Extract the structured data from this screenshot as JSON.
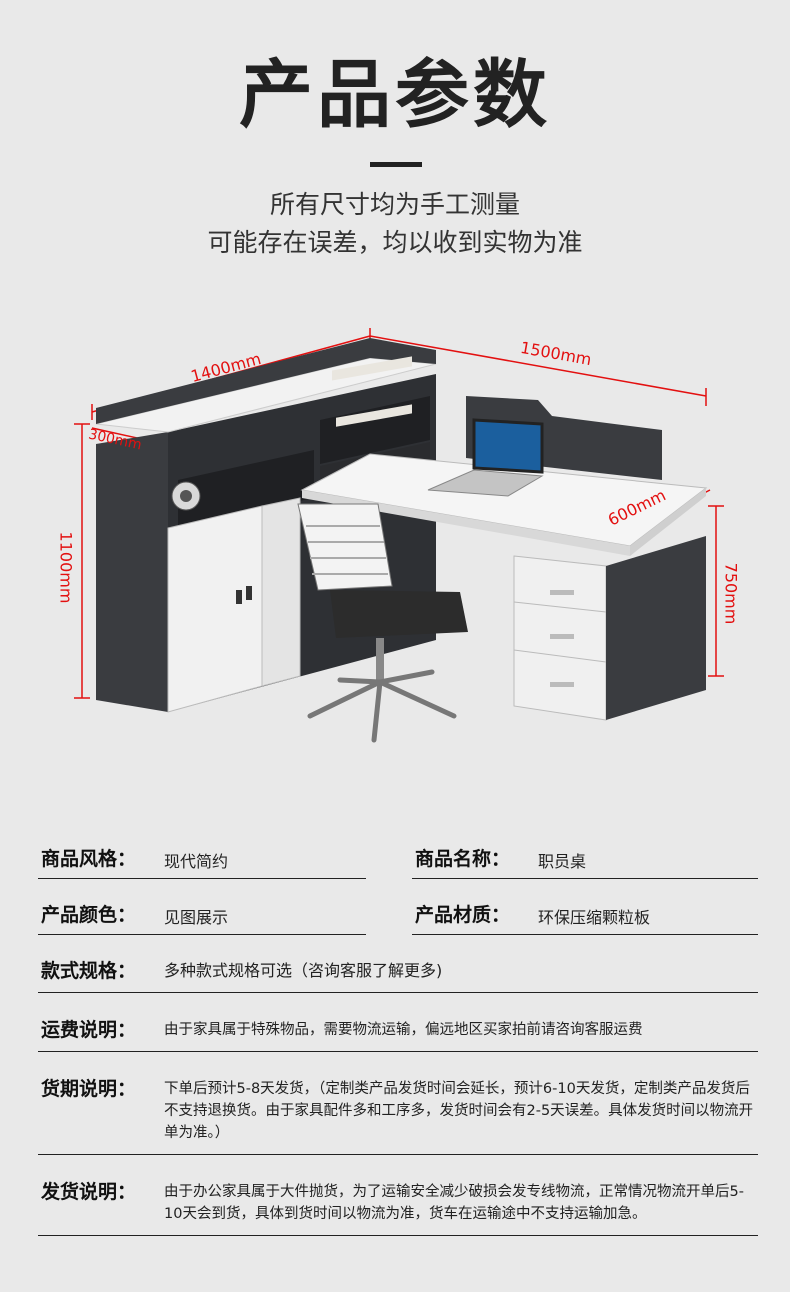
{
  "header": {
    "title": "产品参数",
    "subtitle_line1": "所有尺寸均为手工测量",
    "subtitle_line2": "可能存在误差，均以收到实物为准"
  },
  "dimensions": {
    "width_left": "1400mm",
    "width_right": "1500mm",
    "depth_left": "300mm",
    "height_total": "1100mm",
    "depth_right": "600mm",
    "height_desk": "750mm"
  },
  "colors": {
    "dimension": "#e31010",
    "panel_dark": "#3c3e42",
    "surface_white": "#f4f4f4"
  },
  "specs": {
    "style": {
      "label": "商品风格：",
      "value": "现代简约"
    },
    "name": {
      "label": "商品名称：",
      "value": "职员桌"
    },
    "color": {
      "label": "产品颜色：",
      "value": "见图展示"
    },
    "material": {
      "label": "产品材质：",
      "value": "环保压缩颗粒板"
    },
    "variant": {
      "label": "款式规格：",
      "value": "多种款式规格可选（咨询客服了解更多)"
    },
    "shipping_fee": {
      "label": "运费说明：",
      "value": "由于家具属于特殊物品，需要物流运输，偏远地区买家拍前请咨询客服运费"
    },
    "lead_time": {
      "label": "货期说明：",
      "value": "下单后预计5-8天发货，（定制类产品发货时间会延长，预计6-10天发货，定制类产品发货后不支持退换货。由于家具配件多和工序多，发货时间会有2-5天误差。具体发货时间以物流开单为准。）"
    },
    "delivery": {
      "label": "发货说明：",
      "value": "由于办公家具属于大件抛货，为了运输安全减少破损会发专线物流，正常情况物流开单后5-10天会到货，具体到货时间以物流为准，货车在运输途中不支持运输加急。"
    }
  }
}
